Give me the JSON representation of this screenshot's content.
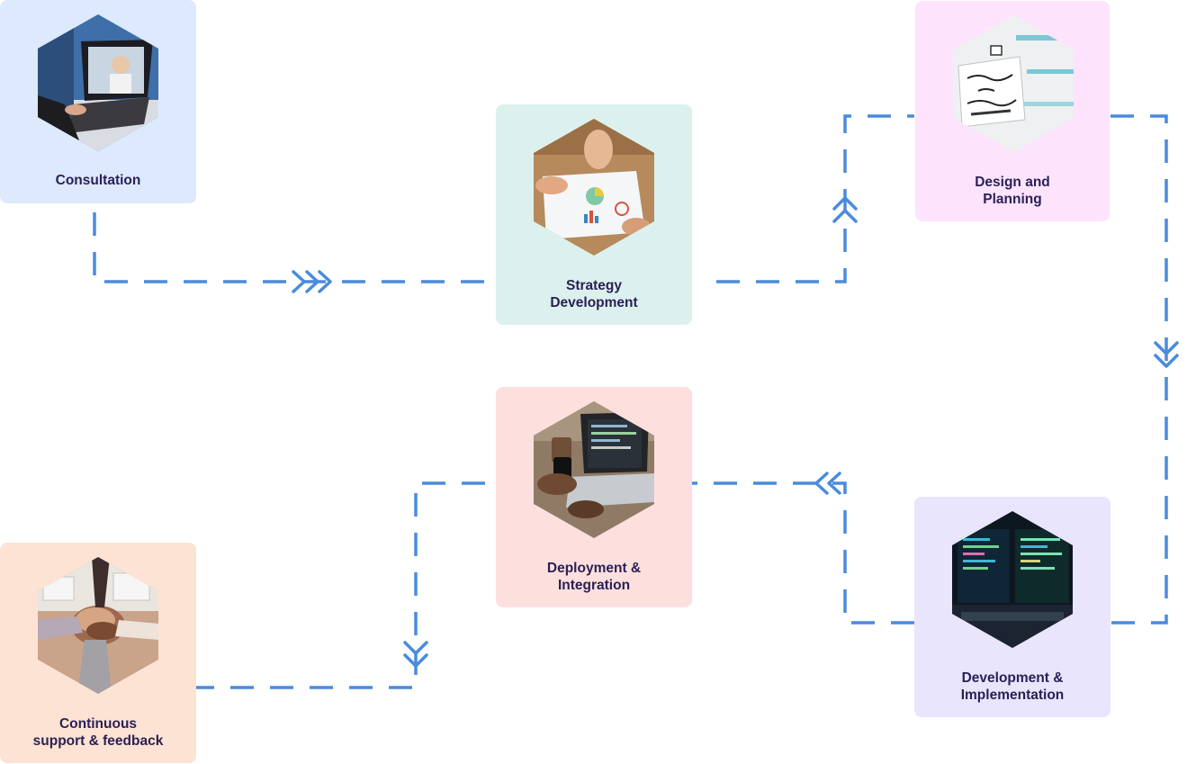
{
  "colors": {
    "connector": "#4a8bdc",
    "label_text": "#2a1f55",
    "consultation_bg": "#dde9fc",
    "strategy_bg": "#dcf1ee",
    "design_bg": "#fde4fc",
    "development_bg": "#e9e5fd",
    "deployment_bg": "#fde0de",
    "support_bg": "#fde3d3"
  },
  "steps": {
    "consultation": {
      "line1": "Consultation",
      "line2": "",
      "image": "video-call-laptop-photo"
    },
    "strategy": {
      "line1": "Strategy",
      "line2": "Development",
      "image": "charts-analysis-desk-photo"
    },
    "design": {
      "line1": "Design and",
      "line2": "Planning",
      "image": "make-it-happen-note-photo"
    },
    "development": {
      "line1": "Development &",
      "line2": "Implementation",
      "image": "code-monitor-photo"
    },
    "deployment": {
      "line1": "Deployment &",
      "line2": "Integration",
      "image": "laptop-code-phone-photo"
    },
    "support": {
      "line1": "Continuous",
      "line2": "support & feedback",
      "image": "team-hands-stack-photo"
    }
  },
  "arrow_icons": [
    "double-chevron-right",
    "double-chevron-up",
    "double-chevron-down",
    "double-chevron-left",
    "double-chevron-down"
  ]
}
